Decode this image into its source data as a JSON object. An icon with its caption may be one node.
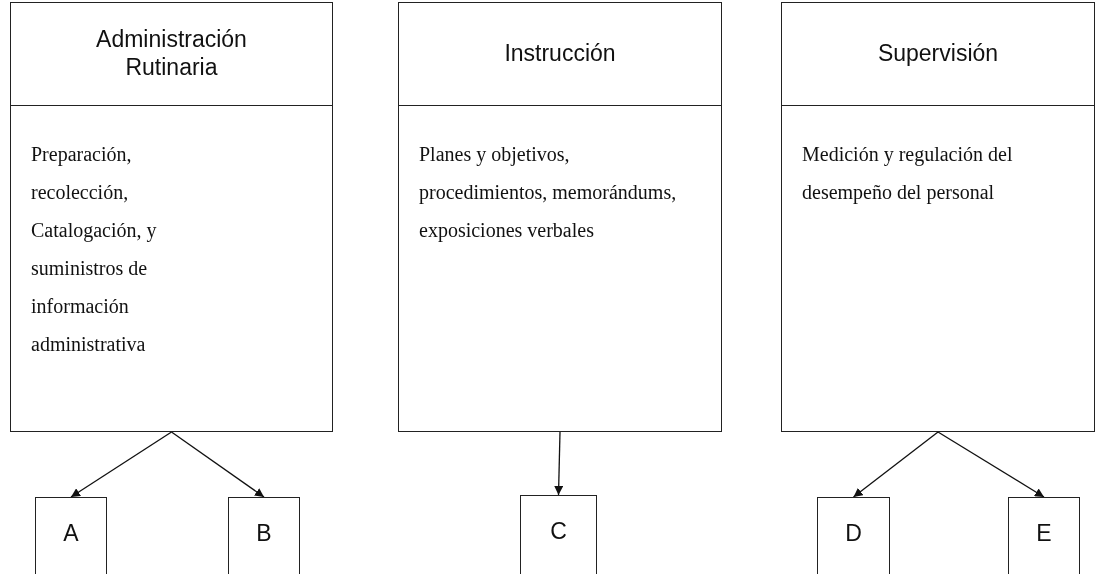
{
  "diagram": {
    "nodes": [
      {
        "text": [
          "Administración Rutinaria",
          "Preparación, recolección, Catalogación, y suministros de información administrativa"
        ]
      },
      {
        "text": [
          "Instrucción",
          "Planes y objetivos, procedimientos, memorándums, exposiciones verbales"
        ]
      },
      {
        "text": [
          "Supervisión",
          "Medición y regulación del desempeño del personal"
        ]
      },
      {
        "text": [
          "A"
        ]
      },
      {
        "text": [
          "B"
        ]
      },
      {
        "text": [
          "C"
        ]
      },
      {
        "text": [
          "D"
        ]
      },
      {
        "text": [
          "E"
        ]
      }
    ],
    "edges": [
      {
        "from": 0,
        "to": 3,
        "arrow": "to"
      },
      {
        "from": 0,
        "to": 4,
        "arrow": "to"
      },
      {
        "from": 1,
        "to": 5,
        "arrow": "to"
      },
      {
        "from": 2,
        "to": 6,
        "arrow": "to"
      },
      {
        "from": 2,
        "to": 7,
        "arrow": "to"
      }
    ]
  }
}
